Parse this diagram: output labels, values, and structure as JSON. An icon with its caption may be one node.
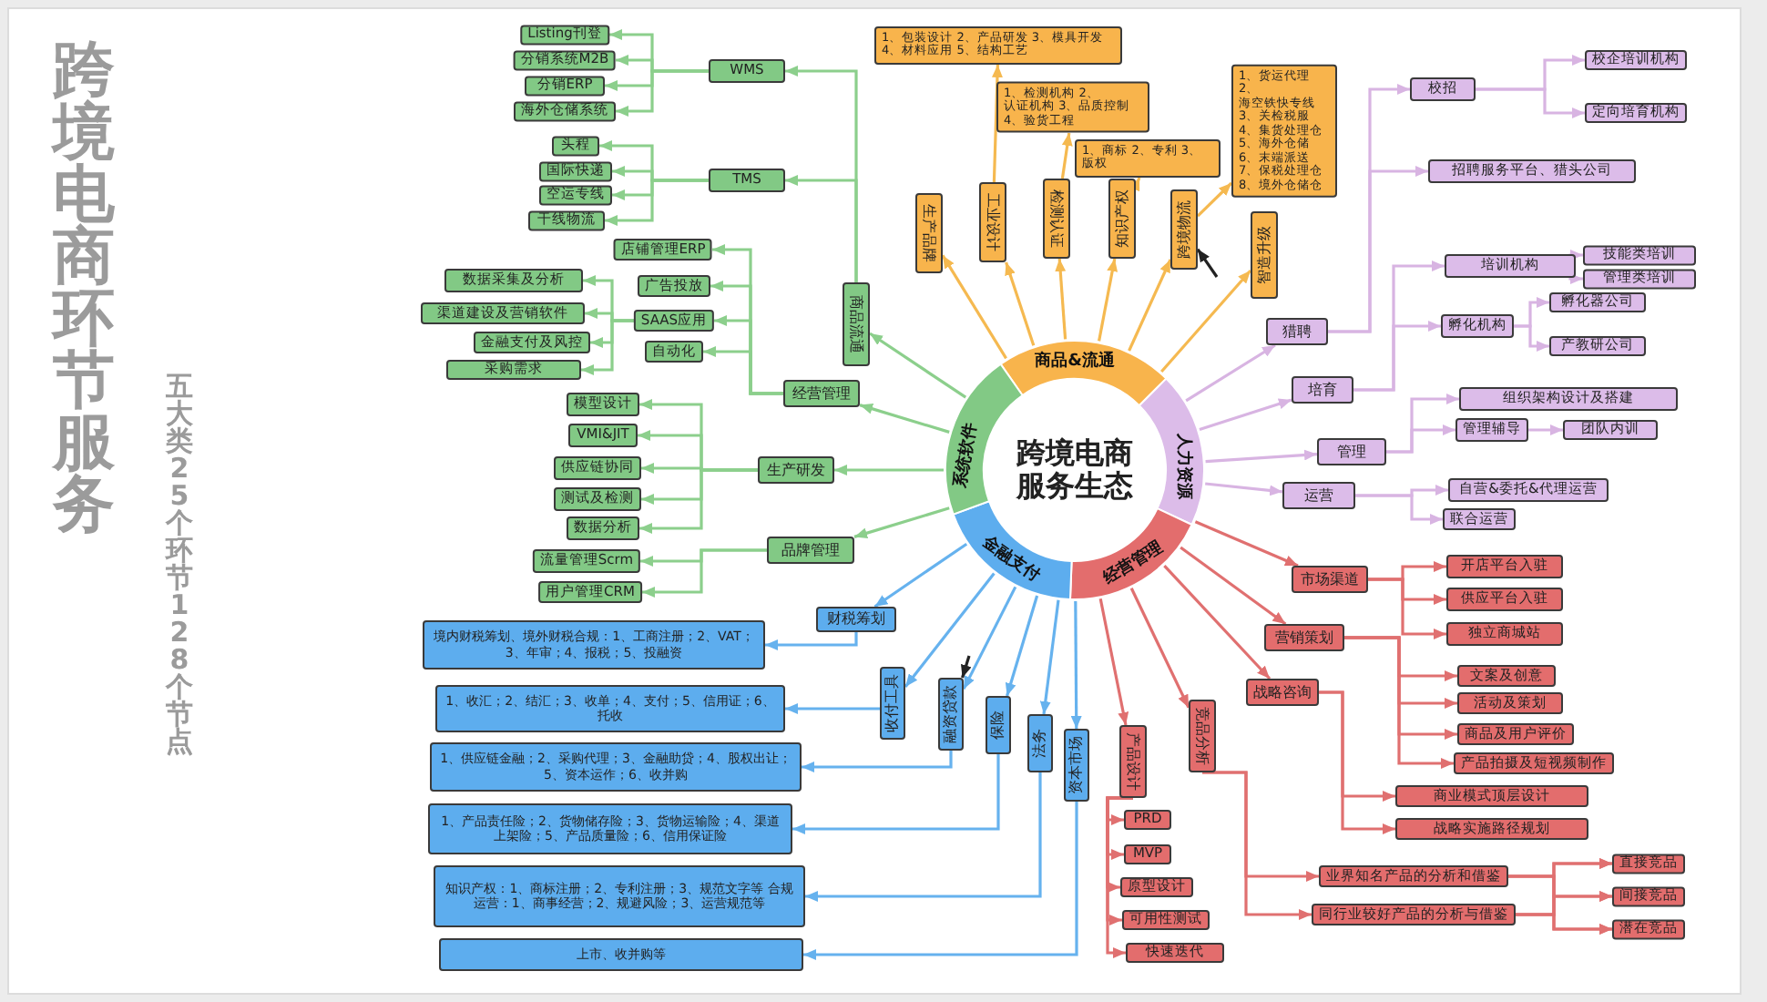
{
  "diagram": {
    "title": "跨境电商环节服务",
    "labels": [
      "五大类 25个环节 128个节点"
    ],
    "nodes": [
      {
        "text": [
          "跨境电商服务生态"
        ]
      },
      {
        "text": [
          "商品&流通"
        ]
      },
      {
        "text": [
          "人力资源"
        ]
      },
      {
        "text": [
          "经营管理"
        ]
      },
      {
        "text": [
          "金融支付"
        ]
      },
      {
        "text": [
          "系统软件"
        ]
      },
      {
        "text": [
          "生产品牌"
        ]
      },
      {
        "text": [
          "工业设计"
        ]
      },
      {
        "text": [
          "检测认证"
        ]
      },
      {
        "text": [
          "知识产权"
        ]
      },
      {
        "text": [
          "跨境物流"
        ]
      },
      {
        "text": [
          "智造升级"
        ]
      },
      {
        "text": [
          "1、包装设计 2、产品研发 3、模具开发 4、材料应用 5、结构工艺"
        ]
      },
      {
        "text": [
          "1、检测机构 2、认证机构 3、品质控制 4、验货工程"
        ]
      },
      {
        "text": [
          "1、商标 2、专利 3、版权"
        ]
      },
      {
        "text": [
          "1、货运代理 2、海空铁快专线 3、关检税服 4、集货处理仓 5、海外仓储 6、末端派送 7、保税处理仓 8、境外仓储仓"
        ]
      },
      {
        "text": [
          "猎聘"
        ]
      },
      {
        "text": [
          "培育"
        ]
      },
      {
        "text": [
          "管理"
        ]
      },
      {
        "text": [
          "运营"
        ]
      },
      {
        "text": [
          "校招"
        ]
      },
      {
        "text": [
          "校企培训机构"
        ]
      },
      {
        "text": [
          "定向培育机构"
        ]
      },
      {
        "text": [
          "招聘服务平台、猎头公司"
        ]
      },
      {
        "text": [
          "培训机构"
        ]
      },
      {
        "text": [
          "技能类培训"
        ]
      },
      {
        "text": [
          "管理类培训"
        ]
      },
      {
        "text": [
          "孵化机构"
        ]
      },
      {
        "text": [
          "孵化器公司"
        ]
      },
      {
        "text": [
          "产教研公司"
        ]
      },
      {
        "text": [
          "组织架构设计及搭建"
        ]
      },
      {
        "text": [
          "管理辅导"
        ]
      },
      {
        "text": [
          "团队内训"
        ]
      },
      {
        "text": [
          "自营&委托&代理运营"
        ]
      },
      {
        "text": [
          "联合运营"
        ]
      },
      {
        "text": [
          "市场渠道"
        ]
      },
      {
        "text": [
          "营销策划"
        ]
      },
      {
        "text": [
          "战略咨询"
        ]
      },
      {
        "text": [
          "竞品分析"
        ]
      },
      {
        "text": [
          "产品设计"
        ]
      },
      {
        "text": [
          "开店平台入驻"
        ]
      },
      {
        "text": [
          "供应平台入驻"
        ]
      },
      {
        "text": [
          "独立商城站"
        ]
      },
      {
        "text": [
          "文案及创意"
        ]
      },
      {
        "text": [
          "活动及策划"
        ]
      },
      {
        "text": [
          "商品及用户评价"
        ]
      },
      {
        "text": [
          "产品拍摄及短视频制作"
        ]
      },
      {
        "text": [
          "商业模式顶层设计"
        ]
      },
      {
        "text": [
          "战略实施路径规划"
        ]
      },
      {
        "text": [
          "业界知名产品的分析和借鉴"
        ]
      },
      {
        "text": [
          "同行业较好产品的分析与借鉴"
        ]
      },
      {
        "text": [
          "直接竞品"
        ]
      },
      {
        "text": [
          "间接竞品"
        ]
      },
      {
        "text": [
          "潜在竞品"
        ]
      },
      {
        "text": [
          "PRD"
        ]
      },
      {
        "text": [
          "MVP"
        ]
      },
      {
        "text": [
          "原型设计"
        ]
      },
      {
        "text": [
          "可用性测试"
        ]
      },
      {
        "text": [
          "快速迭代"
        ]
      },
      {
        "text": [
          "财税筹划"
        ]
      },
      {
        "text": [
          "收付工具"
        ]
      },
      {
        "text": [
          "融资贷款"
        ]
      },
      {
        "text": [
          "保险"
        ]
      },
      {
        "text": [
          "法务"
        ]
      },
      {
        "text": [
          "资本市场"
        ]
      },
      {
        "text": [
          "境内财税筹划、境外财税合规：1、工商注册；2、VAT；3、年审；4、报税；5、投融资"
        ]
      },
      {
        "text": [
          "1、收汇；2、结汇；3、收单；4、支付；5、信用证；6、托收"
        ]
      },
      {
        "text": [
          "1、供应链金融；2、采购代理；3、金融助贷；4、股权出让；5、资本运作；6、收并购"
        ]
      },
      {
        "text": [
          "1、产品责任险；2、货物储存险；3、货物运输险；4、渠道上架险；5、产品质量险；6、信用保证险"
        ]
      },
      {
        "text": [
          "知识产权：1、商标注册；2、专利注册；3、规范文字等 合规运营：1、商事经营；2、规避风险；3、运营规范等"
        ]
      },
      {
        "text": [
          "上市、收并购等"
        ]
      },
      {
        "text": [
          "商品流通"
        ]
      },
      {
        "text": [
          "经营管理"
        ]
      },
      {
        "text": [
          "生产研发"
        ]
      },
      {
        "text": [
          "品牌管理"
        ]
      },
      {
        "text": [
          "WMS"
        ]
      },
      {
        "text": [
          "TMS"
        ]
      },
      {
        "text": [
          "Listing刊登"
        ]
      },
      {
        "text": [
          "分销系统M2B"
        ]
      },
      {
        "text": [
          "分销ERP"
        ]
      },
      {
        "text": [
          "海外仓储系统"
        ]
      },
      {
        "text": [
          "头程"
        ]
      },
      {
        "text": [
          "国际快递"
        ]
      },
      {
        "text": [
          "空运专线"
        ]
      },
      {
        "text": [
          "干线物流"
        ]
      },
      {
        "text": [
          "店铺管理ERP"
        ]
      },
      {
        "text": [
          "广告投放"
        ]
      },
      {
        "text": [
          "SAAS应用"
        ]
      },
      {
        "text": [
          "自动化"
        ]
      },
      {
        "text": [
          "数据采集及分析"
        ]
      },
      {
        "text": [
          "渠道建设及营销软件"
        ]
      },
      {
        "text": [
          "金融支付及风控"
        ]
      },
      {
        "text": [
          "采购需求"
        ]
      },
      {
        "text": [
          "模型设计"
        ]
      },
      {
        "text": [
          "VMI&JIT"
        ]
      },
      {
        "text": [
          "供应链协同"
        ]
      },
      {
        "text": [
          "测试及检测"
        ]
      },
      {
        "text": [
          "数据分析"
        ]
      },
      {
        "text": [
          "流量管理Scrm"
        ]
      },
      {
        "text": [
          "用户管理CRM"
        ]
      }
    ],
    "edges": [
      {
        "from": 1,
        "to": 6,
        "arrow": "to",
        "color": "#f5b950"
      },
      {
        "from": 1,
        "to": 7,
        "arrow": "to",
        "color": "#f5b950"
      },
      {
        "from": 1,
        "to": 8,
        "arrow": "to",
        "color": "#f5b950"
      },
      {
        "from": 1,
        "to": 9,
        "arrow": "to",
        "color": "#f5b950"
      },
      {
        "from": 1,
        "to": 10,
        "arrow": "to",
        "color": "#f5b950"
      },
      {
        "from": 1,
        "to": 11,
        "arrow": "to",
        "color": "#f5b950"
      },
      {
        "from": 7,
        "to": 12,
        "arrow": "to",
        "color": "#f5b950"
      },
      {
        "from": 8,
        "to": 13,
        "arrow": "to",
        "color": "#f5b950"
      },
      {
        "from": 9,
        "to": 14,
        "arrow": "to",
        "color": "#f5b950"
      },
      {
        "from": 10,
        "to": 15,
        "arrow": "to",
        "color": "#f5b950"
      },
      {
        "from": null,
        "to": 10,
        "arrow": "to",
        "color": "#222222"
      },
      {
        "from": 2,
        "to": 16,
        "arrow": "to",
        "color": "#d8b4e2"
      },
      {
        "from": 2,
        "to": 17,
        "arrow": "to",
        "color": "#d8b4e2"
      },
      {
        "from": 2,
        "to": 18,
        "arrow": "to",
        "color": "#d8b4e2"
      },
      {
        "from": 2,
        "to": 19,
        "arrow": "to",
        "color": "#d8b4e2"
      },
      {
        "from": 16,
        "to": 20,
        "arrow": "to",
        "color": "#d8b4e2"
      },
      {
        "from": 16,
        "to": 23,
        "arrow": "to",
        "color": "#d8b4e2"
      },
      {
        "from": 20,
        "to": 21,
        "arrow": "to",
        "color": "#d8b4e2"
      },
      {
        "from": 20,
        "to": 22,
        "arrow": "to",
        "color": "#d8b4e2"
      },
      {
        "from": 17,
        "to": 24,
        "arrow": "to",
        "color": "#d8b4e2"
      },
      {
        "from": 17,
        "to": 27,
        "arrow": "to",
        "color": "#d8b4e2"
      },
      {
        "from": 24,
        "to": 25,
        "arrow": "to",
        "color": "#d8b4e2"
      },
      {
        "from": 24,
        "to": 26,
        "arrow": "to",
        "color": "#d8b4e2"
      },
      {
        "from": 27,
        "to": 28,
        "arrow": "to",
        "color": "#d8b4e2"
      },
      {
        "from": 27,
        "to": 29,
        "arrow": "to",
        "color": "#d8b4e2"
      },
      {
        "from": 18,
        "to": 30,
        "arrow": "to",
        "color": "#d8b4e2"
      },
      {
        "from": 18,
        "to": 31,
        "arrow": "to",
        "color": "#d8b4e2"
      },
      {
        "from": 31,
        "to": 32,
        "arrow": "to",
        "color": "#d8b4e2"
      },
      {
        "from": 19,
        "to": 33,
        "arrow": "to",
        "color": "#d8b4e2"
      },
      {
        "from": 19,
        "to": 34,
        "arrow": "to",
        "color": "#d8b4e2"
      },
      {
        "from": 3,
        "to": 35,
        "arrow": "to",
        "color": "#e07070"
      },
      {
        "from": 3,
        "to": 36,
        "arrow": "to",
        "color": "#e07070"
      },
      {
        "from": 3,
        "to": 37,
        "arrow": "to",
        "color": "#e07070"
      },
      {
        "from": 3,
        "to": 38,
        "arrow": "to",
        "color": "#e07070"
      },
      {
        "from": 3,
        "to": 39,
        "arrow": "to",
        "color": "#e07070"
      },
      {
        "from": 35,
        "to": 40,
        "arrow": "to",
        "color": "#e07070"
      },
      {
        "from": 35,
        "to": 41,
        "arrow": "to",
        "color": "#e07070"
      },
      {
        "from": 35,
        "to": 42,
        "arrow": "to",
        "color": "#e07070"
      },
      {
        "from": 36,
        "to": 43,
        "arrow": "to",
        "color": "#e07070"
      },
      {
        "from": 36,
        "to": 44,
        "arrow": "to",
        "color": "#e07070"
      },
      {
        "from": 36,
        "to": 45,
        "arrow": "to",
        "color": "#e07070"
      },
      {
        "from": 36,
        "to": 46,
        "arrow": "to",
        "color": "#e07070"
      },
      {
        "from": 37,
        "to": 47,
        "arrow": "to",
        "color": "#e07070"
      },
      {
        "from": 37,
        "to": 48,
        "arrow": "to",
        "color": "#e07070"
      },
      {
        "from": 38,
        "to": 49,
        "arrow": "to",
        "color": "#e07070"
      },
      {
        "from": 38,
        "to": 50,
        "arrow": "to",
        "color": "#e07070"
      },
      {
        "from": 49,
        "to": 51,
        "arrow": "to",
        "color": "#e07070"
      },
      {
        "from": 49,
        "to": 52,
        "arrow": "to",
        "color": "#e07070"
      },
      {
        "from": 49,
        "to": 53,
        "arrow": "to",
        "color": "#e07070"
      },
      {
        "from": 50,
        "to": 51,
        "arrow": "to",
        "color": "#e07070"
      },
      {
        "from": 50,
        "to": 52,
        "arrow": "to",
        "color": "#e07070"
      },
      {
        "from": 50,
        "to": 53,
        "arrow": "to",
        "color": "#e07070"
      },
      {
        "from": 39,
        "to": 54,
        "arrow": "to",
        "color": "#e07070"
      },
      {
        "from": 39,
        "to": 55,
        "arrow": "to",
        "color": "#e07070"
      },
      {
        "from": 39,
        "to": 56,
        "arrow": "to",
        "color": "#e07070"
      },
      {
        "from": 39,
        "to": 57,
        "arrow": "to",
        "color": "#e07070"
      },
      {
        "from": 39,
        "to": 58,
        "arrow": "to",
        "color": "#e07070"
      },
      {
        "from": 4,
        "to": 59,
        "arrow": "to",
        "color": "#66b2ee"
      },
      {
        "from": 4,
        "to": 60,
        "arrow": "to",
        "color": "#66b2ee"
      },
      {
        "from": 4,
        "to": 61,
        "arrow": "to",
        "color": "#66b2ee"
      },
      {
        "from": 4,
        "to": 62,
        "arrow": "to",
        "color": "#66b2ee"
      },
      {
        "from": 4,
        "to": 63,
        "arrow": "to",
        "color": "#66b2ee"
      },
      {
        "from": 4,
        "to": 64,
        "arrow": "to",
        "color": "#66b2ee"
      },
      {
        "from": null,
        "to": 61,
        "arrow": "to",
        "color": "#222222"
      },
      {
        "from": 59,
        "to": 65,
        "arrow": "to",
        "color": "#66b2ee"
      },
      {
        "from": 60,
        "to": 66,
        "arrow": "to",
        "color": "#66b2ee"
      },
      {
        "from": 61,
        "to": 67,
        "arrow": "to",
        "color": "#66b2ee"
      },
      {
        "from": 62,
        "to": 68,
        "arrow": "to",
        "color": "#66b2ee"
      },
      {
        "from": 63,
        "to": 69,
        "arrow": "to",
        "color": "#66b2ee"
      },
      {
        "from": 64,
        "to": 70,
        "arrow": "to",
        "color": "#66b2ee"
      },
      {
        "from": 5,
        "to": 71,
        "arrow": "to",
        "color": "#8ccf8c"
      },
      {
        "from": 5,
        "to": 72,
        "arrow": "to",
        "color": "#8ccf8c"
      },
      {
        "from": 5,
        "to": 73,
        "arrow": "to",
        "color": "#8ccf8c"
      },
      {
        "from": 5,
        "to": 74,
        "arrow": "to",
        "color": "#8ccf8c"
      },
      {
        "from": 71,
        "to": 75,
        "arrow": "to",
        "color": "#8ccf8c"
      },
      {
        "from": 71,
        "to": 76,
        "arrow": "to",
        "color": "#8ccf8c"
      },
      {
        "from": 75,
        "to": 77,
        "arrow": "to",
        "color": "#8ccf8c"
      },
      {
        "from": 75,
        "to": 78,
        "arrow": "to",
        "color": "#8ccf8c"
      },
      {
        "from": 75,
        "to": 79,
        "arrow": "to",
        "color": "#8ccf8c"
      },
      {
        "from": 75,
        "to": 80,
        "arrow": "to",
        "color": "#8ccf8c"
      },
      {
        "from": 76,
        "to": 81,
        "arrow": "to",
        "color": "#8ccf8c"
      },
      {
        "from": 76,
        "to": 82,
        "arrow": "to",
        "color": "#8ccf8c"
      },
      {
        "from": 76,
        "to": 83,
        "arrow": "to",
        "color": "#8ccf8c"
      },
      {
        "from": 76,
        "to": 84,
        "arrow": "to",
        "color": "#8ccf8c"
      },
      {
        "from": 72,
        "to": 85,
        "arrow": "to",
        "color": "#8ccf8c"
      },
      {
        "from": 72,
        "to": 86,
        "arrow": "to",
        "color": "#8ccf8c"
      },
      {
        "from": 72,
        "to": 87,
        "arrow": "to",
        "color": "#8ccf8c"
      },
      {
        "from": 72,
        "to": 88,
        "arrow": "to",
        "color": "#8ccf8c"
      },
      {
        "from": 87,
        "to": 89,
        "arrow": "to",
        "color": "#8ccf8c"
      },
      {
        "from": 87,
        "to": 90,
        "arrow": "to",
        "color": "#8ccf8c"
      },
      {
        "from": 87,
        "to": 91,
        "arrow": "to",
        "color": "#8ccf8c"
      },
      {
        "from": 87,
        "to": 92,
        "arrow": "to",
        "color": "#8ccf8c"
      },
      {
        "from": 73,
        "to": 93,
        "arrow": "to",
        "color": "#8ccf8c"
      },
      {
        "from": 73,
        "to": 94,
        "arrow": "to",
        "color": "#8ccf8c"
      },
      {
        "from": 73,
        "to": 95,
        "arrow": "to",
        "color": "#8ccf8c"
      },
      {
        "from": 73,
        "to": 96,
        "arrow": "to",
        "color": "#8ccf8c"
      },
      {
        "from": 73,
        "to": 97,
        "arrow": "to",
        "color": "#8ccf8c"
      },
      {
        "from": 74,
        "to": 98,
        "arrow": "to",
        "color": "#8ccf8c"
      },
      {
        "from": 74,
        "to": 99,
        "arrow": "to",
        "color": "#8ccf8c"
      }
    ]
  }
}
